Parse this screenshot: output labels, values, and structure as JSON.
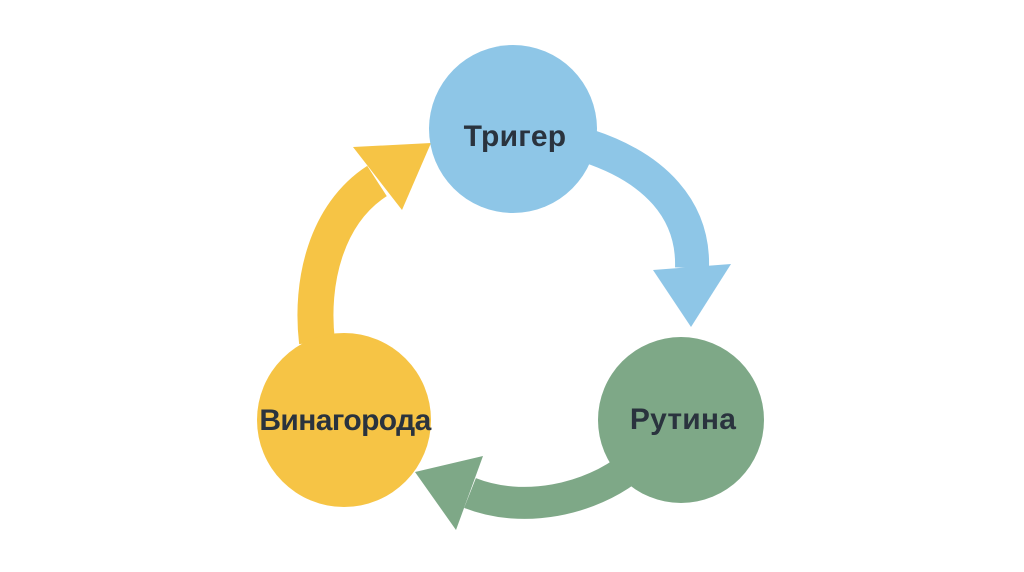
{
  "diagram": {
    "background": "#ffffff",
    "text_color": "#2A333E",
    "type": "cycle",
    "nodes": [
      {
        "id": "trigger",
        "label": "Тригер",
        "color": "#8EC6E7",
        "position": "top"
      },
      {
        "id": "routine",
        "label": "Рутина",
        "color": "#7EA887",
        "position": "bottom-right"
      },
      {
        "id": "reward",
        "label": "Винагорода",
        "color": "#F6C445",
        "position": "bottom-left"
      }
    ],
    "arrows": [
      {
        "from": "trigger",
        "to": "routine",
        "color": "#8EC6E7"
      },
      {
        "from": "routine",
        "to": "reward",
        "color": "#7EA887"
      },
      {
        "from": "reward",
        "to": "trigger",
        "color": "#F6C445"
      }
    ]
  }
}
